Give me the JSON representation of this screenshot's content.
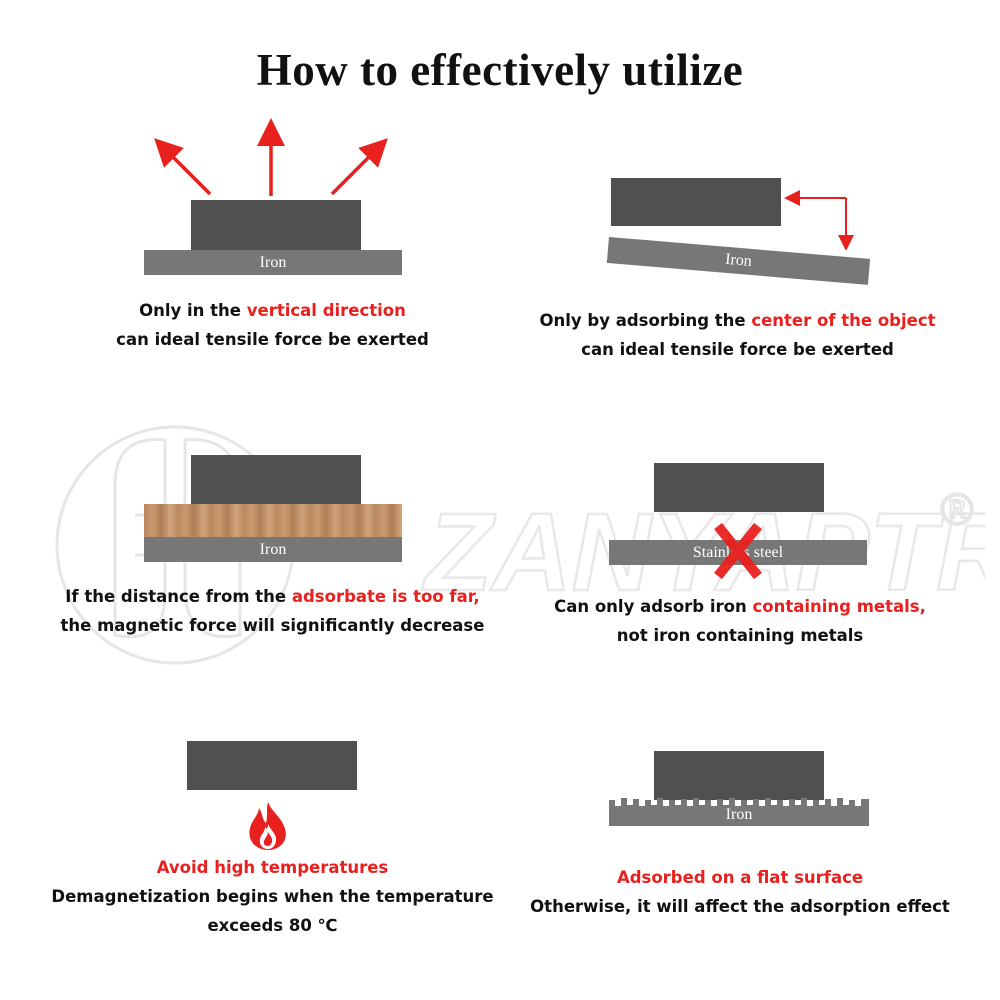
{
  "title": "How to effectively utilize",
  "watermark": {
    "brand": "ZANYAPTR",
    "mark": "®"
  },
  "colors": {
    "magnet": "#505050",
    "plate": "#777777",
    "accent_red": "#e8201e"
  },
  "panels": {
    "vertical": {
      "plate_label": "Iron",
      "caption_pre": "Only in the ",
      "caption_highlight": "vertical direction",
      "caption_line2": "can ideal tensile force be exerted"
    },
    "center": {
      "plate_label": "Iron",
      "caption_pre": "Only by adsorbing the ",
      "caption_highlight": "center of the object",
      "caption_line2": "can ideal tensile force be exerted"
    },
    "distance": {
      "plate_label": "Iron",
      "caption_pre": "If the distance from the ",
      "caption_highlight": "adsorbate is too far,",
      "caption_line2": "the magnetic force will significantly decrease"
    },
    "stainless": {
      "plate_label": "Stainless steel",
      "caption_pre": "Can only adsorb iron ",
      "caption_highlight": "containing metals,",
      "caption_line2": "not iron containing metals"
    },
    "temperature": {
      "icon": "flame-icon",
      "caption_highlight": "Avoid high temperatures",
      "caption_line2": "Demagnetization begins when the temperature",
      "caption_line3": "exceeds 80 ℃"
    },
    "flat": {
      "plate_label": "Iron",
      "caption_highlight": "Adsorbed on a flat surface",
      "caption_line2": "Otherwise, it will affect the adsorption effect"
    }
  }
}
